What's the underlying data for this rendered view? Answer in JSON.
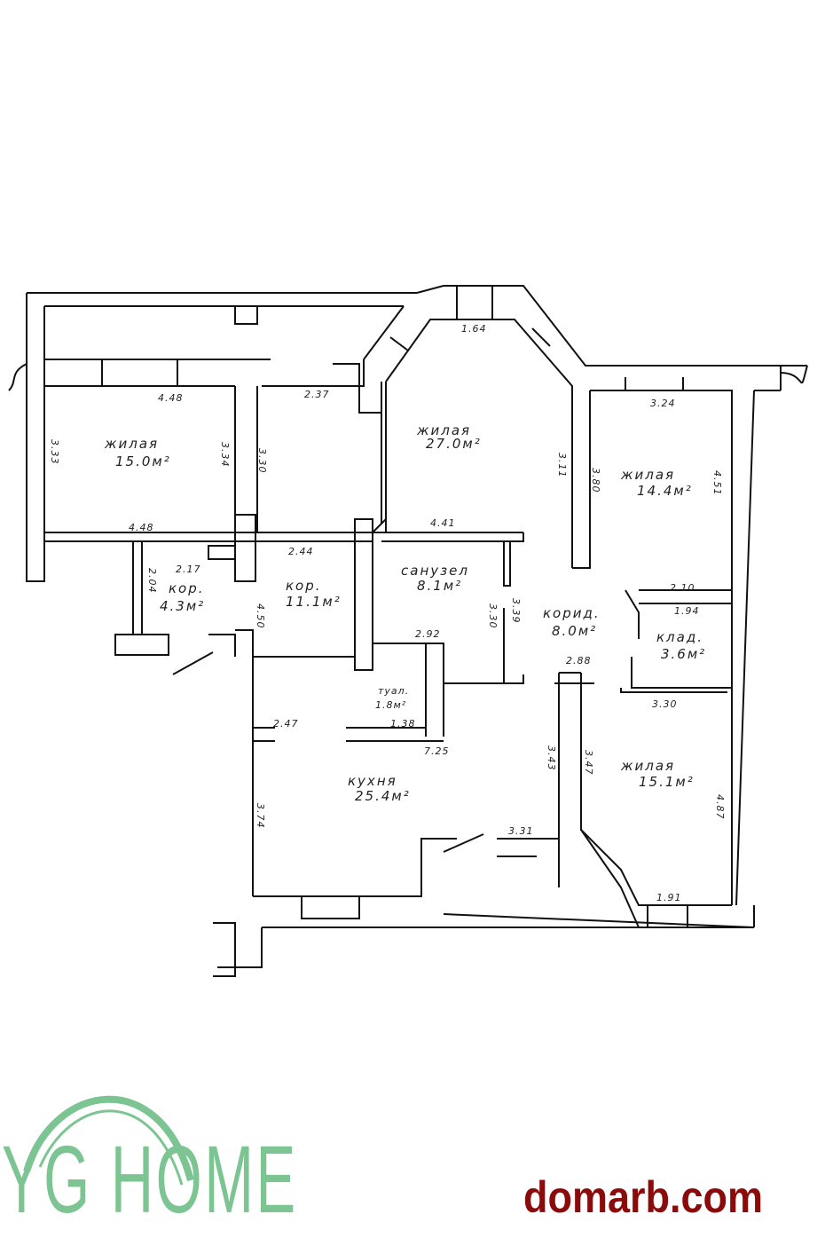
{
  "rooms": [
    {
      "name": "жилая",
      "area": "15.0м²"
    },
    {
      "name": "жилая",
      "area": "27.0м²"
    },
    {
      "name": "жилая",
      "area": "14.4м²"
    },
    {
      "name": "кор.",
      "area": "4.3м²"
    },
    {
      "name": "кор.",
      "area": "11.1м²"
    },
    {
      "name": "санузел",
      "area": "8.1м²"
    },
    {
      "name": "корид.",
      "area": "8.0м²"
    },
    {
      "name": "клад.",
      "area": "3.6м²"
    },
    {
      "name": "туал.",
      "area": "1.8м²"
    },
    {
      "name": "кухня",
      "area": "25.4м²"
    },
    {
      "name": "жилая",
      "area": "15.1м²"
    }
  ],
  "dimensions": [
    "4.48",
    "3.33",
    "3.34",
    "3.30",
    "4.48",
    "2.37",
    "1.64",
    "3.11",
    "4.41",
    "3.24",
    "3.80",
    "4.51",
    "2.17",
    "2.04",
    "2.44",
    "4.50",
    "2.92",
    "3.30",
    "3.39",
    "2.10",
    "1.94",
    "2.88",
    "3.30",
    "2.47",
    "1.38",
    "7.25",
    "3.43",
    "3.47",
    "3.74",
    "3.31",
    "4.87",
    "1.91"
  ],
  "logo": {
    "text": "YG HOME",
    "color": "#7cc592"
  },
  "site": {
    "text": "domarb.com",
    "color": "#8b0a0a"
  }
}
